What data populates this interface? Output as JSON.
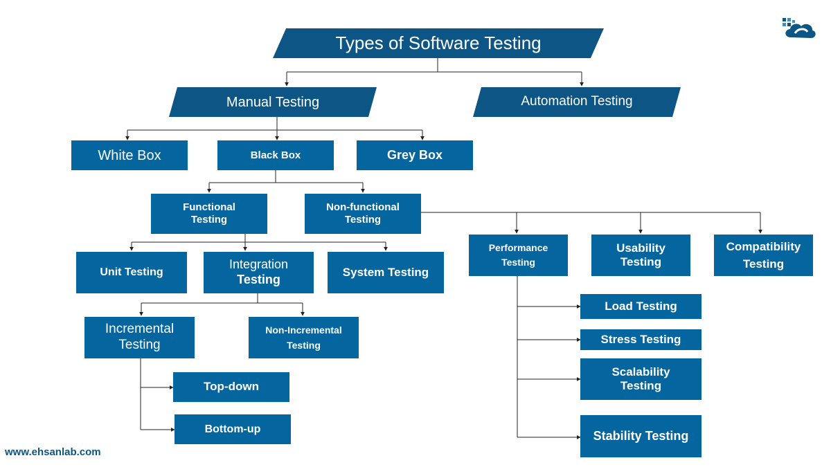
{
  "title": "Types of Software Testing",
  "nodes": {
    "manual": "Manual Testing",
    "automation": "Automation Testing",
    "white_box": "White Box",
    "black_box": "Black Box",
    "grey_box": "Grey Box",
    "functional": "Functional\nTesting",
    "non_functional": "Non-functional\nTesting",
    "unit": "Unit Testing",
    "integration_line1": "Integration",
    "integration_line2": "Testing",
    "system": "System Testing",
    "incremental": "Incremental\nTesting",
    "non_incremental": "Non-Incremental\nTesting",
    "top_down": "Top-down",
    "bottom_up": "Bottom-up",
    "performance": "Performance\nTesting",
    "usability": "Usability\nTesting",
    "compatibility": "Compatibility\nTesting",
    "load": "Load Testing",
    "stress": "Stress Testing",
    "scalability": "Scalability\nTesting",
    "stability": "Stability Testing"
  },
  "footer": "www.ehsanlab.com",
  "colors": {
    "box": "#05659f",
    "header": "#0d5585",
    "line": "#222222",
    "text": "#ffffff"
  },
  "logo_icon": "cloud-logo-icon"
}
